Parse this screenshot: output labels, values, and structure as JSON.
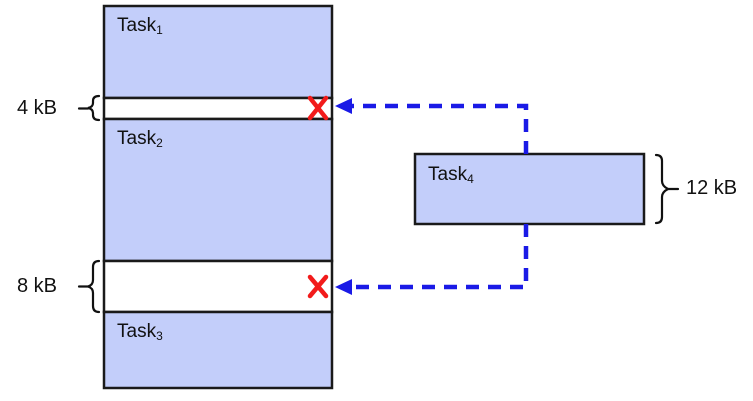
{
  "diagram": {
    "title": "Memory allocation fragmentation diagram",
    "colors": {
      "block_fill": "#c3cefa",
      "block_stroke": "#1a1a1a",
      "gap_fill": "#ffffff",
      "arrow": "#1a1ae6",
      "cross": "#f21b1b",
      "text": "#111111"
    },
    "memory_column": {
      "name": "main-memory-column",
      "blocks": [
        {
          "id": "task1",
          "label": "Task",
          "subscript": "1",
          "kind": "occupied"
        },
        {
          "id": "hole1",
          "label": "",
          "subscript": "",
          "kind": "free",
          "size": "4 kB"
        },
        {
          "id": "task2",
          "label": "Task",
          "subscript": "2",
          "kind": "occupied"
        },
        {
          "id": "hole2",
          "label": "",
          "subscript": "",
          "kind": "free",
          "size": "8 kB"
        },
        {
          "id": "task3",
          "label": "Task",
          "subscript": "3",
          "kind": "occupied"
        }
      ]
    },
    "incoming_task": {
      "name": "incoming-task-block",
      "label": "Task",
      "subscript": "4",
      "size": "12 kB"
    },
    "size_labels": {
      "hole1": "4 kB",
      "hole2": "8 kB",
      "task4": "12 kB"
    },
    "markers": {
      "cross_glyph": "X",
      "cross_count": 2,
      "meaning": "does-not-fit"
    }
  }
}
